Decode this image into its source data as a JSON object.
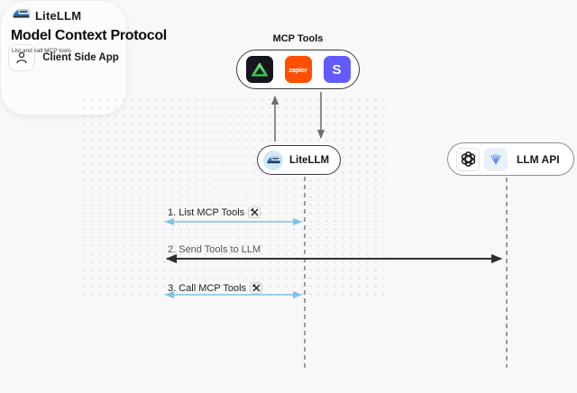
{
  "header": {
    "brand": "LiteLLM",
    "title": "Model Context Protocol",
    "subtitle": "List and call MCP tools"
  },
  "mcp_tools_group": {
    "label": "MCP Tools",
    "tools": [
      {
        "icon": "green-triangle-icon",
        "bg": "#15171c"
      },
      {
        "icon": "zapier-icon",
        "label": "zapier",
        "bg": "#ff4f00"
      },
      {
        "icon": "stripe-icon",
        "label": "S",
        "bg": "#635bff"
      }
    ]
  },
  "nodes": {
    "litellm": {
      "label": "LiteLLM",
      "icon": "litellm-train-icon"
    },
    "llm_api": {
      "label": "LLM API",
      "icons": [
        "openai-icon",
        "blue-fan-icon"
      ]
    },
    "client_app": {
      "label": "Client Side App",
      "icon": "person-icon"
    }
  },
  "flows": [
    {
      "step": "1. List MCP Tools",
      "tool_icon": true,
      "color": "#7cc4e8"
    },
    {
      "step": "2. Send Tools to LLM",
      "tool_icon": false,
      "color": "#2e2e2e"
    },
    {
      "step": "3. Call MCP Tools",
      "tool_icon": true,
      "color": "#7cc4e8"
    }
  ],
  "colors": {
    "background": "#f8f8f8",
    "blue_arrow": "#7cc4e8",
    "dark_arrow": "#2e2e2e",
    "gray_arrow": "#6f6f6f",
    "lifeline": "#9b9b9b",
    "zapier": "#ff4f00",
    "stripe": "#635bff"
  }
}
